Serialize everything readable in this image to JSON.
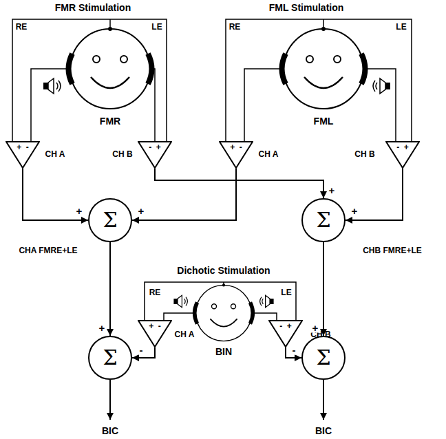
{
  "diagram": {
    "nodes": [
      {
        "text": [
          "+ -"
        ]
      },
      {
        "text": [
          "- +"
        ]
      },
      {
        "text": [
          "+ -"
        ]
      },
      {
        "text": [
          "- +"
        ]
      },
      {
        "text": [
          "Σ"
        ]
      },
      {
        "text": [
          "Σ"
        ]
      },
      {
        "text": [
          "+ -"
        ]
      },
      {
        "text": [
          "- +"
        ]
      },
      {
        "text": [
          "Σ"
        ]
      },
      {
        "text": [
          "Σ"
        ]
      }
    ],
    "edges": [
      {
        "from": 0,
        "to": 4,
        "arrow": "to",
        "label": "+"
      },
      {
        "from": 2,
        "to": 4,
        "arrow": "to",
        "label": "+"
      },
      {
        "from": 1,
        "to": 5,
        "arrow": "to",
        "label": "+"
      },
      {
        "from": 3,
        "to": 5,
        "arrow": "to",
        "label": "+"
      },
      {
        "from": 4,
        "to": 8,
        "arrow": "to",
        "label": "+"
      },
      {
        "from": 6,
        "to": 8,
        "arrow": "to",
        "label": "-"
      },
      {
        "from": 5,
        "to": 9,
        "arrow": "to",
        "label": "+"
      },
      {
        "from": 7,
        "to": 9,
        "arrow": "to",
        "label": "-"
      }
    ],
    "labels": [
      "FMR Stimulation",
      "FML Stimulation",
      "RE",
      "LE",
      "RE",
      "LE",
      "CH A",
      "FMR",
      "CH B",
      "CH A",
      "FML",
      "CH B",
      "CHA FMRE+LE",
      "CHB FMRE+LE",
      "Dichotic Stimulation",
      "RE",
      "LE",
      "CH A",
      "CH B",
      "BIN",
      "BIC",
      "BIC"
    ]
  }
}
